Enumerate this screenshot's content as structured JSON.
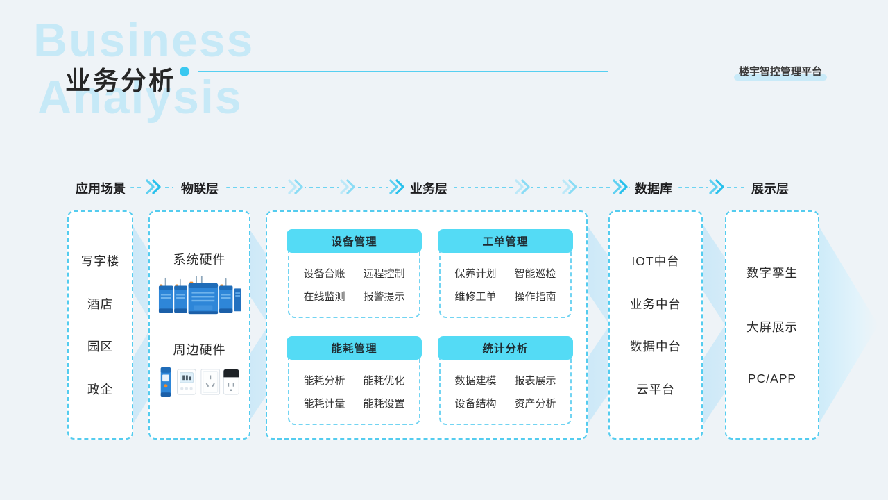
{
  "header": {
    "title_en_line1": "Business",
    "title_en_line2": "Analysis",
    "title_zh": "业务分析",
    "platform_label": "楼宇智控管理平台"
  },
  "flow": {
    "stages": [
      {
        "label": "应用场景"
      },
      {
        "label": "物联层"
      },
      {
        "label": "业务层"
      },
      {
        "label": "数据库"
      },
      {
        "label": "展示层"
      }
    ]
  },
  "columns": {
    "scenarios": {
      "items": [
        "写字楼",
        "酒店",
        "园区",
        "政企"
      ]
    },
    "iot": {
      "groups": [
        {
          "label": "系统硬件",
          "image": "system-hardware-modules"
        },
        {
          "label": "周边硬件",
          "image": "peripheral-devices"
        }
      ]
    },
    "business": {
      "cards": [
        {
          "title": "设备管理",
          "items": [
            "设备台账",
            "远程控制",
            "在线监测",
            "报警提示"
          ]
        },
        {
          "title": "工单管理",
          "items": [
            "保养计划",
            "智能巡检",
            "维修工单",
            "操作指南"
          ]
        },
        {
          "title": "能耗管理",
          "items": [
            "能耗分析",
            "能耗优化",
            "能耗计量",
            "能耗设置"
          ]
        },
        {
          "title": "统计分析",
          "items": [
            "数据建模",
            "报表展示",
            "设备结构",
            "资产分析"
          ]
        }
      ]
    },
    "database": {
      "items": [
        "IOT中台",
        "业务中台",
        "数据中台",
        "云平台"
      ]
    },
    "display": {
      "items": [
        "数字孪生",
        "大屏展示",
        "PC/APP"
      ]
    }
  },
  "colors": {
    "background": "#EEF3F7",
    "title_light_blue": "#C6E9F7",
    "accent_cyan": "#3AC8F0",
    "card_header_cyan": "#54DBF5",
    "dashed_border_cyan": "#54CCEF",
    "hardware_blue": "#2E86D8",
    "dark_text": "#262626"
  }
}
